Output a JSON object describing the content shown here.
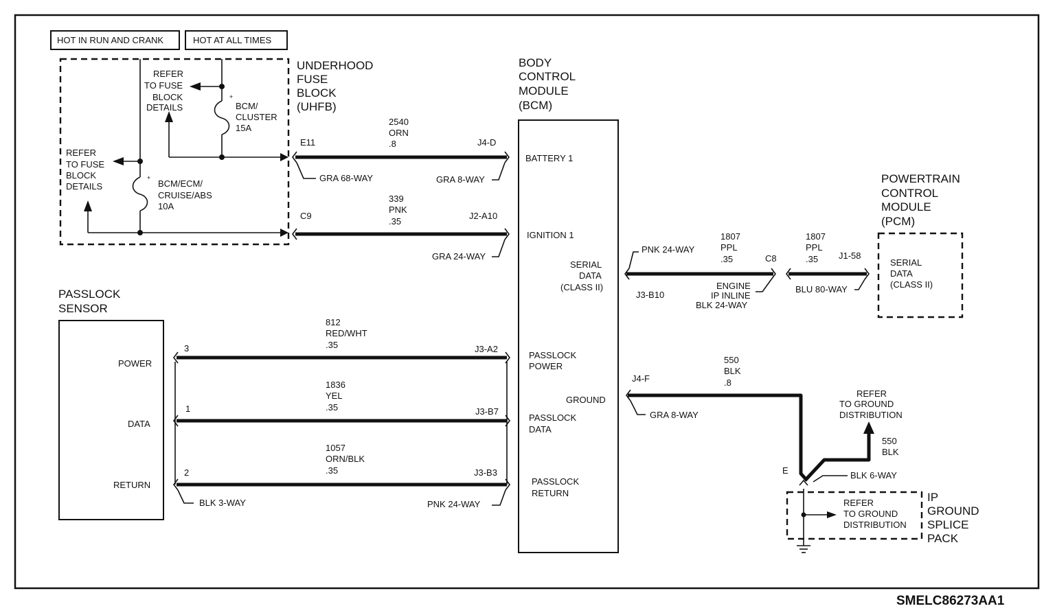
{
  "header": {
    "hot_run_crank": "HOT IN RUN AND CRANK",
    "hot_all_times": "HOT AT ALL TIMES"
  },
  "uhfb": {
    "title_lines": [
      "UNDERHOOD",
      "FUSE",
      "BLOCK",
      "(UHFB)"
    ],
    "refer_top_lines": [
      "REFER",
      "TO FUSE",
      "BLOCK",
      "DETAILS"
    ],
    "refer_left_lines": [
      "REFER",
      "TO FUSE",
      "BLOCK",
      "DETAILS"
    ],
    "fuse1_lines": [
      "BCM/",
      "CLUSTER",
      "15A"
    ],
    "fuse2_lines": [
      "BCM/ECM/",
      "CRUISE/ABS",
      "10A"
    ],
    "terminal_e11": "E11",
    "terminal_c9": "C9",
    "connector_68": "GRA 68-WAY"
  },
  "bcm": {
    "title_lines": [
      "BODY",
      "CONTROL",
      "MODULE",
      "(BCM)"
    ],
    "battery": "BATTERY 1",
    "ignition": "IGNITION 1",
    "serial_lines": [
      "SERIAL",
      "DATA",
      "(CLASS II)"
    ],
    "passlock_power_lines": [
      "PASSLOCK",
      "POWER"
    ],
    "ground": "GROUND",
    "passlock_data_lines": [
      "PASSLOCK",
      "DATA"
    ],
    "passlock_return_lines": [
      "PASSLOCK",
      "RETURN"
    ]
  },
  "wires": {
    "w2540": [
      "2540",
      "ORN",
      ".8"
    ],
    "w339": [
      "339",
      "PNK",
      ".35"
    ],
    "w1807a": [
      "1807",
      "PPL",
      ".35"
    ],
    "w1807b": [
      "1807",
      "PPL",
      ".35"
    ],
    "w812": [
      "812",
      "RED/WHT",
      ".35"
    ],
    "w1836": [
      "1836",
      "YEL",
      ".35"
    ],
    "w1057": [
      "1057",
      "ORN/BLK",
      ".35"
    ],
    "w550a": [
      "550",
      "BLK",
      ".8"
    ],
    "w550b": [
      "550",
      "BLK"
    ]
  },
  "connectors": {
    "j4d": "J4-D",
    "gra8_top": "GRA 8-WAY",
    "j2a10": "J2-A10",
    "gra24": "GRA 24-WAY",
    "pnk24_serial": "PNK 24-WAY",
    "j3b10": "J3-B10",
    "c8": "C8",
    "engine_inline_lines": [
      "ENGINE",
      "IP INLINE",
      "BLK 24-WAY"
    ],
    "j158": "J1-58",
    "blu80": "BLU 80-WAY",
    "j3a2": "J3-A2",
    "j3b7": "J3-B7",
    "j3b3": "J3-B3",
    "pnk24_bottom": "PNK 24-WAY",
    "blk3": "BLK 3-WAY",
    "pin3": "3",
    "pin1": "1",
    "pin2": "2",
    "j4f": "J4-F",
    "gra8_ground": "GRA 8-WAY",
    "e": "E",
    "blk6": "BLK 6-WAY"
  },
  "pcm": {
    "title_lines": [
      "POWERTRAIN",
      "CONTROL",
      "MODULE",
      "(PCM)"
    ],
    "serial_lines": [
      "SERIAL",
      "DATA",
      "(CLASS II)"
    ]
  },
  "passlock": {
    "title_lines": [
      "PASSLOCK",
      "SENSOR"
    ],
    "power": "POWER",
    "data": "DATA",
    "return": "RETURN"
  },
  "ground": {
    "refer_dist_lines": [
      "REFER",
      "TO GROUND",
      "DISTRIBUTION"
    ],
    "refer_pack_lines": [
      "REFER",
      "TO GROUND",
      "DISTRIBUTION"
    ],
    "ip_lines": [
      "IP",
      "GROUND",
      "SPLICE",
      "PACK"
    ]
  },
  "footer": {
    "code": "SMELC86273AA1"
  }
}
